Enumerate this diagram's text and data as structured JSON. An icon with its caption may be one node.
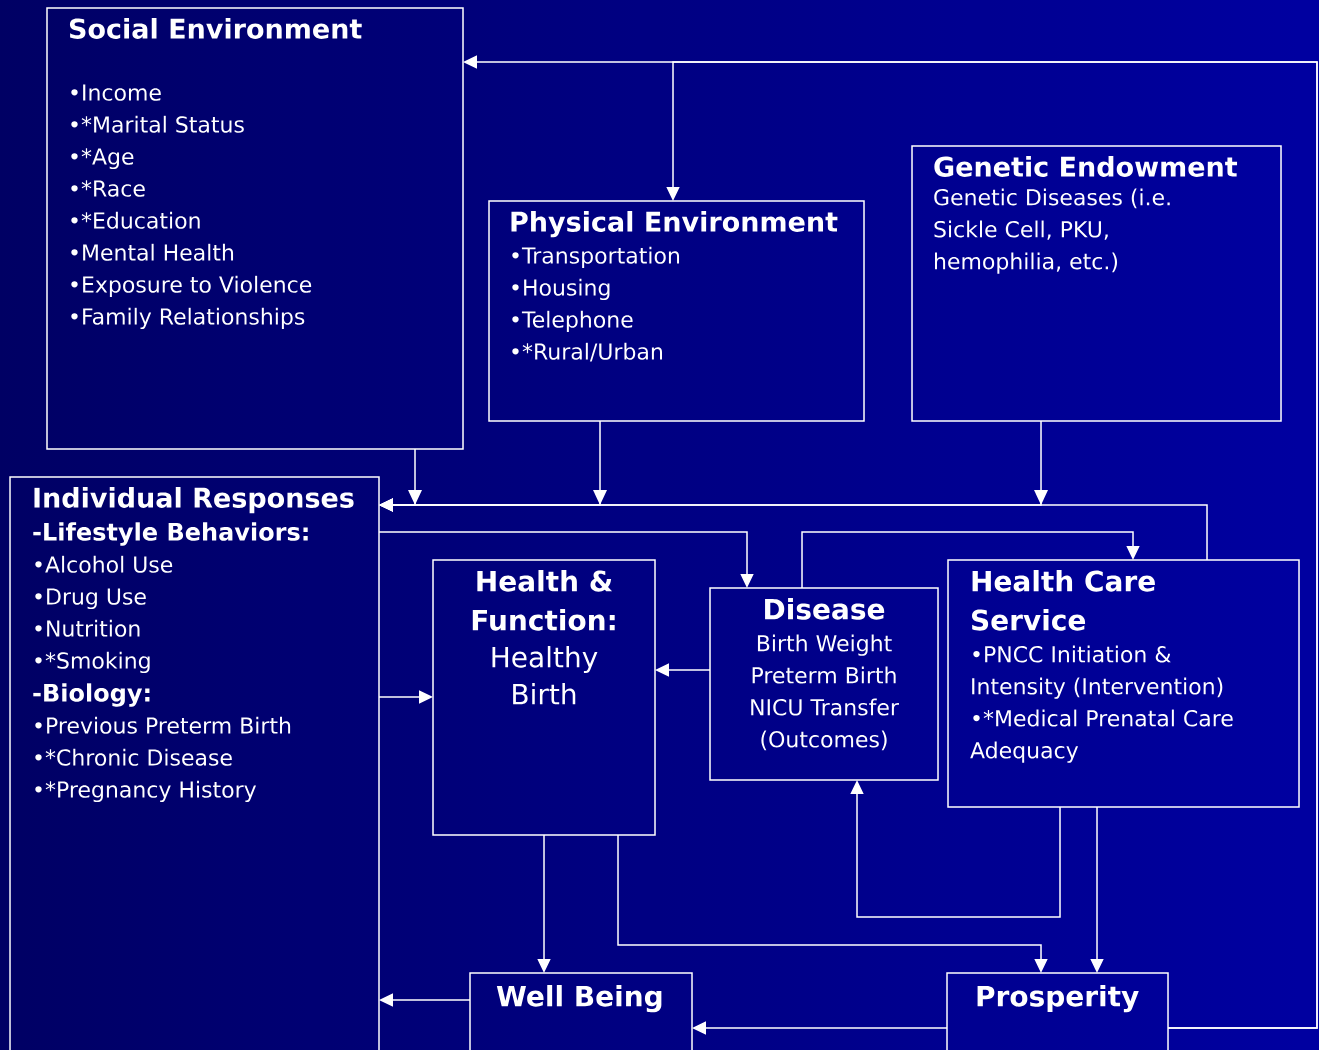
{
  "diagram": {
    "nodes": [
      {
        "text": [
          "Social Environment",
          "•Income",
          "•*Marital Status",
          "•*Age",
          "•*Race",
          "•*Education",
          "•Mental Health",
          "•Exposure to Violence",
          "•Family Relationships"
        ]
      },
      {
        "text": [
          "Physical Environment",
          "•Transportation",
          "•Housing",
          "•Telephone",
          "•*Rural/Urban"
        ]
      },
      {
        "text": [
          "Genetic Endowment",
          "Genetic Diseases (i.e. Sickle Cell, PKU, hemophilia, etc.)"
        ]
      },
      {
        "text": [
          "Individual Responses",
          "-Lifestyle Behaviors:",
          "•Alcohol Use",
          "•Drug Use",
          "•Nutrition",
          "•*Smoking",
          "-Biology:",
          "•Previous Preterm Birth",
          "•*Chronic Disease",
          "•*Pregnancy History"
        ]
      },
      {
        "text": [
          "Health & Function:",
          "Healthy Birth"
        ]
      },
      {
        "text": [
          "Disease",
          "Birth Weight",
          "Preterm Birth",
          "NICU Transfer",
          "(Outcomes)"
        ]
      },
      {
        "text": [
          "Health Care Service",
          "•PNCC  Initiation & Intensity (Intervention)",
          "•*Medical Prenatal Care Adequacy"
        ]
      },
      {
        "text": [
          "Well Being"
        ]
      },
      {
        "text": [
          "Prosperity"
        ]
      }
    ],
    "edges": [
      {
        "from": 8,
        "to": 0,
        "arrow": "to"
      },
      {
        "from": 8,
        "to": 1,
        "arrow": "to"
      },
      {
        "from": 0,
        "to": 3,
        "arrow": "to"
      },
      {
        "from": 1,
        "to": 3,
        "arrow": "to"
      },
      {
        "from": 2,
        "to": 3,
        "arrow": "to"
      },
      {
        "from": 6,
        "to": 3,
        "arrow": "to"
      },
      {
        "from": 3,
        "to": 5,
        "arrow": "to"
      },
      {
        "from": 5,
        "to": 6,
        "arrow": "to"
      },
      {
        "from": 3,
        "to": 4,
        "arrow": "to"
      },
      {
        "from": 5,
        "to": 4,
        "arrow": "to"
      },
      {
        "from": 6,
        "to": 5,
        "arrow": "to"
      },
      {
        "from": 6,
        "to": 8,
        "arrow": "to"
      },
      {
        "from": 4,
        "to": 7,
        "arrow": "to"
      },
      {
        "from": 4,
        "to": 8,
        "arrow": "to"
      },
      {
        "from": 7,
        "to": 3,
        "arrow": "to"
      },
      {
        "from": 8,
        "to": 7,
        "arrow": "to"
      }
    ]
  }
}
